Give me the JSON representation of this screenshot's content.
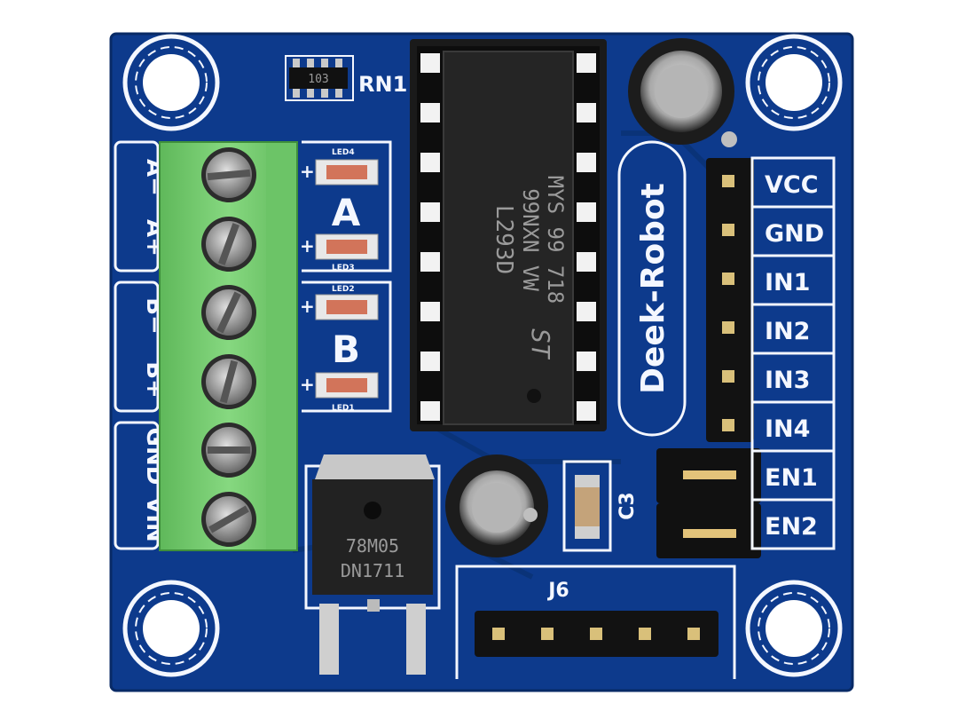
{
  "board": {
    "brand": "Deek-Robot",
    "ic": {
      "line1": "L293D",
      "line2": "99NXN VW",
      "line3": "MYS 99 718"
    },
    "resistor_network": {
      "designator": "RN1",
      "marking": "103"
    },
    "regulator": {
      "line1": "78M05",
      "line2": "DN1711"
    },
    "capacitor_label": "C3",
    "header_j6_label": "J6",
    "terminal_labels": [
      "A−",
      "A+",
      "B−",
      "B+",
      "GND",
      "VIN"
    ],
    "motor_labels": [
      "A",
      "B"
    ],
    "led_labels": [
      "LED4",
      "LED3",
      "LED2",
      "LED1"
    ],
    "pin_labels": [
      "VCC",
      "GND",
      "IN1",
      "IN2",
      "IN3",
      "IN4",
      "EN1",
      "EN2"
    ]
  },
  "colors": {
    "pcb": "#0d3a8c",
    "silkscreen": "#f4f7ff",
    "terminal_block": "#7fd27a",
    "ic_body": "#1f1f1f"
  }
}
